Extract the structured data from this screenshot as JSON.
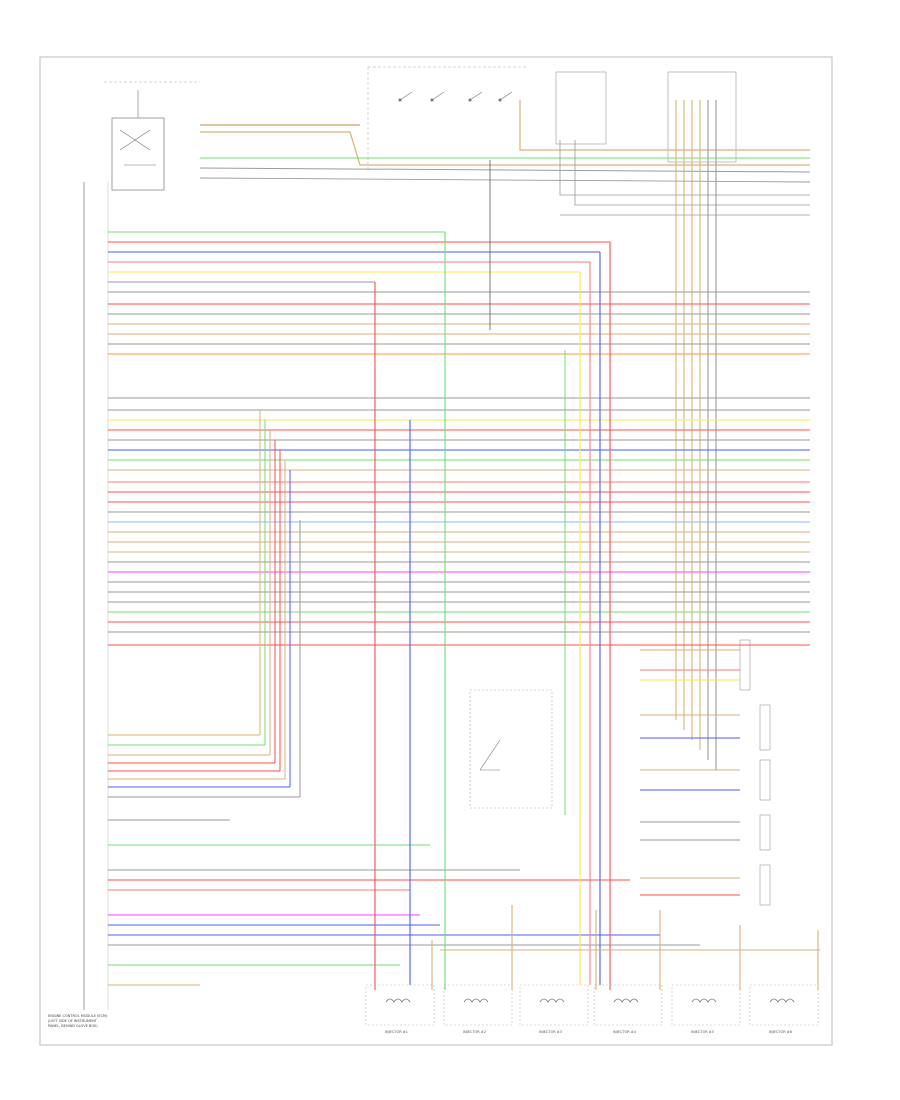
{
  "diagram": {
    "ecm_label_lines": [
      "ENGINE CONTROL MODULE (ECM)",
      "(LEFT SIDE OF INSTRUMENT",
      "PANEL, BEHIND GLOVE BOX)"
    ],
    "injectors": [
      {
        "name": "INJECTOR 1",
        "label": "INJECTOR #1"
      },
      {
        "name": "INJECTOR 2",
        "label": "INJECTOR #2"
      },
      {
        "name": "INJECTOR 3",
        "label": "INJECTOR #3"
      },
      {
        "name": "INJECTOR 4",
        "label": "INJECTOR #4"
      },
      {
        "name": "INJECTOR 5",
        "label": "INJECTOR #5"
      },
      {
        "name": "INJECTOR 6",
        "label": "INJECTOR #6"
      }
    ],
    "wire_colors": {
      "green": "#6ee06e",
      "red": "#ff4d4d",
      "blue": "#4a5cff",
      "pink": "#ff7a7a",
      "yellow": "#ffe94a",
      "orange": "#ff9a3c",
      "tan": "#d9b07a",
      "gray": "#9a9a9a",
      "dark": "#5a5a5a",
      "magenta": "#ff40ff",
      "lightblue": "#8fb5ff"
    }
  }
}
